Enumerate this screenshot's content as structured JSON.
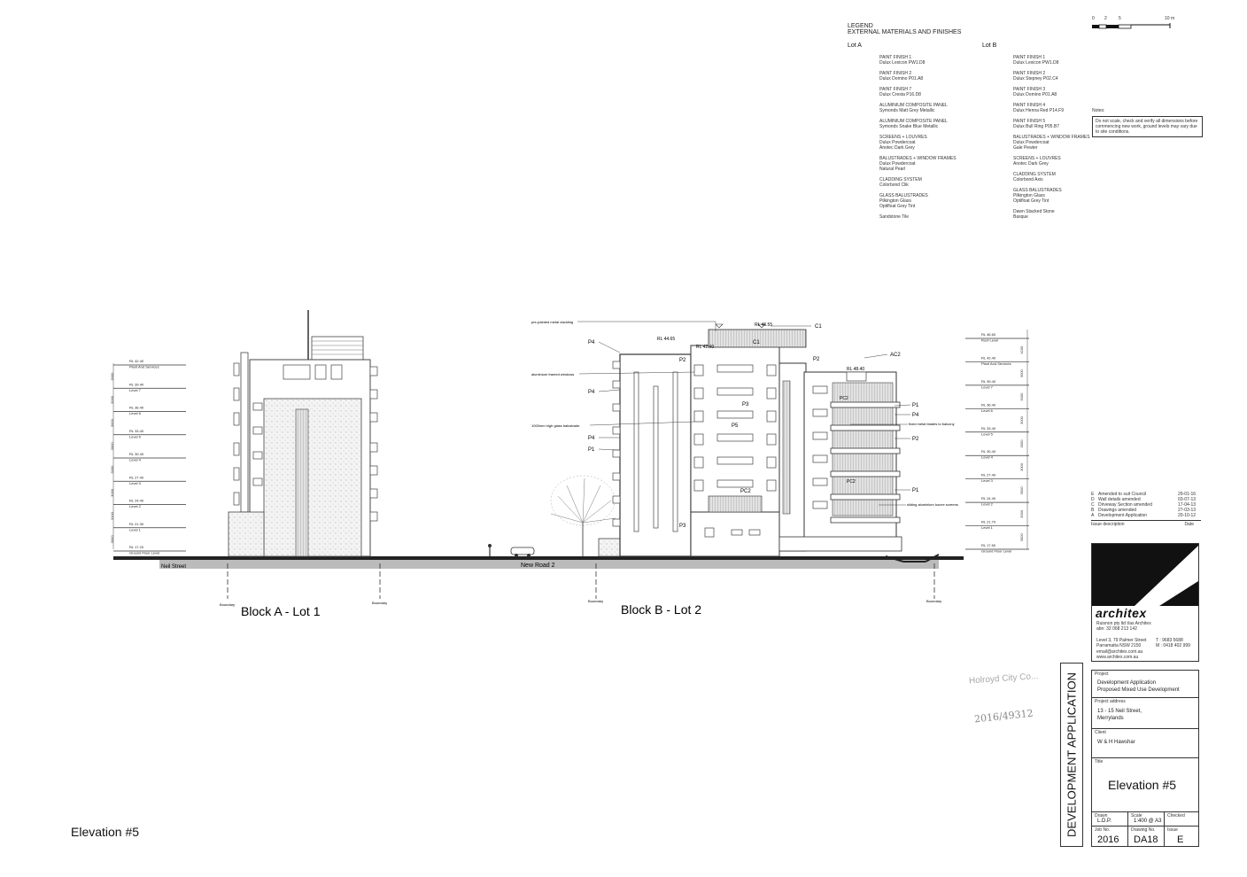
{
  "legend": {
    "title": "LEGEND",
    "subtitle": "EXTERNAL MATERIALS AND FINISHES",
    "lot_a_label": "Lot A",
    "lot_b_label": "Lot B",
    "lot_a": [
      [
        "PAINT FINISH 1",
        "Dulux Lexicon PW1.D8"
      ],
      [
        "PAINT FINISH 2",
        "Dulux Domino P01.A8"
      ],
      [
        "PAINT FINISH 7",
        "Dulux Cresta P16.D8"
      ],
      [
        "ALUMINIUM COMPOSITE PANEL",
        "Symonds Matt Grey Metallic"
      ],
      [
        "ALUMINIUM COMPOSITE PANEL",
        "Symonds Snake Blue Metallic"
      ],
      [
        "SCREENS + LOUVRES",
        "Dulux Powdercoat",
        "Anotec Dark Grey"
      ],
      [
        "BALUSTRADES + WINDOW FRAMES",
        "Dulux Powdercoat",
        "Natural Pearl"
      ],
      [
        "CLADDING SYSTEM",
        "Colorbond Clik"
      ],
      [
        "GLASS BALUSTRADES",
        "Pilkington Glass",
        "Optifloat Grey Tint"
      ],
      [
        "Sandstone Tile"
      ]
    ],
    "lot_b": [
      [
        "PAINT FINISH 1",
        "Dulux Lexicon PW1.D8"
      ],
      [
        "PAINT FINISH 2",
        "Dulux Stepney P02.C4"
      ],
      [
        "PAINT FINISH 3",
        "Dulux Domino P01.A8"
      ],
      [
        "PAINT FINISH 4",
        "Dulux Henna Red P14.F9"
      ],
      [
        "PAINT FINISH 5",
        "Dulux Bull Ring P05.B7"
      ],
      [
        "BALUSTRADES + WINDOW FRAMES",
        "Dulux Powdercoat",
        "Gale Pewter"
      ],
      [
        "SCREENS + LOUVRES",
        "Anotec Dark Grey"
      ],
      [
        "CLADDING SYSTEM",
        "Colorbond Axis"
      ],
      [
        "GLASS BALUSTRADES",
        "Pilkington Glass",
        "Optifloat Grey Tint"
      ],
      [
        "Dawn Stacked Stone",
        "Basque"
      ]
    ]
  },
  "scale_bar": {
    "ticks": [
      "0",
      "2",
      "5",
      "10 m"
    ]
  },
  "notes": {
    "title": "Notes:",
    "text": "Do not scale, check and verify all dimensions before commencing new work, ground levels may vary due to site conditions."
  },
  "levels_left": [
    {
      "rl": "RL 42.40",
      "name": "Plant And Services"
    },
    {
      "rl": "RL 39.40",
      "name": "Level 7"
    },
    {
      "rl": "RL 36.40",
      "name": "Level 6"
    },
    {
      "rl": "RL 33.40",
      "name": "Level 5"
    },
    {
      "rl": "RL 30.40",
      "name": "Level 4"
    },
    {
      "rl": "RL 27.40",
      "name": "Level 3"
    },
    {
      "rl": "RL 24.40",
      "name": "Level 2"
    },
    {
      "rl": "RL 21.30",
      "name": "Level 1"
    },
    {
      "rl": "RL 17.20",
      "name": "Ground Floor Level"
    }
  ],
  "levels_left_dims": [
    "3000",
    "3000",
    "3000",
    "3000",
    "3000",
    "3000",
    "3100",
    "3000"
  ],
  "levels_right": [
    {
      "rl": "RL 46.60",
      "name": "Roof Level"
    },
    {
      "rl": "RL 42.40",
      "name": "Plant And Services"
    },
    {
      "rl": "RL 39.40",
      "name": "Level 7"
    },
    {
      "rl": "RL 36.40",
      "name": "Level 6"
    },
    {
      "rl": "RL 33.40",
      "name": "Level 5"
    },
    {
      "rl": "RL 30.40",
      "name": "Level 4"
    },
    {
      "rl": "RL 27.40",
      "name": "Level 3"
    },
    {
      "rl": "RL 24.40",
      "name": "Level 2"
    },
    {
      "rl": "RL 21.70",
      "name": "Level 1"
    },
    {
      "rl": "RL 17.50",
      "name": "Ground Floor Level"
    }
  ],
  "levels_right_dims": [
    "4200",
    "3000",
    "3000",
    "3000",
    "3000",
    "3000",
    "3000",
    "3000",
    "3000"
  ],
  "drawing": {
    "block_a_title": "Block A - Lot 1",
    "block_b_title": "Block B - Lot 2",
    "neil_street": "Neil Street",
    "new_road": "New Road 2",
    "boundary": "Boundary",
    "rl_46_55": "RL 46.55",
    "rl_44_65": "RL 44.65",
    "rl_42_40": "RL 42.40",
    "rl_48_40": "RL 48.40",
    "c1": "C1",
    "p1": "P1",
    "p2": "P2",
    "p3": "P3",
    "p4": "P4",
    "p5": "P5",
    "pc2": "PC2",
    "ac2": "AC2",
    "callouts": {
      "pre_painted": "pre-painted metal cladding",
      "aluminium_frames": "aluminium framed windows",
      "glass_balustrade": "1000mm high glass balustrade",
      "metal_blades": "fixed metal blades to balcony",
      "sliding_screens": "sliding aluminium louvre screens"
    }
  },
  "revisions": {
    "rows": [
      [
        "E",
        "Amended to suit Council",
        "29-01-16"
      ],
      [
        "D",
        "Wall details amended",
        "03-07-13"
      ],
      [
        "C",
        "Driveway Section amended",
        "17-04-13"
      ],
      [
        "B",
        "Drawings amended",
        "27-03-13"
      ],
      [
        "A",
        "Development Application",
        "20-10-12"
      ]
    ],
    "col_issue": "Issue description",
    "col_date": "Date"
  },
  "company": {
    "name": "architex",
    "line1": "Ruisnon pty ltd t/as Architex",
    "line2": "abn: 32 068 213 142",
    "address1": "Level 3, 79 Palmer Street",
    "address2": "Parramatta NSW 2150",
    "phone": "T : 9683 5688",
    "mobile": "M : 0418 402 999",
    "email": "email@architex.com.au",
    "web": "www.architex.com.au"
  },
  "vertical_label": "DEVELOPMENT APPLICATION",
  "council_stamp": "Holroyd City Co...",
  "stamp_number": "2016/49312",
  "title_block": {
    "project_label": "Project",
    "project": [
      "Development Application",
      "Proposed Mixed Use Development"
    ],
    "address_label": "Project address",
    "address": [
      "13 - 15 Neil Street,",
      "Merrylands"
    ],
    "client_label": "Client",
    "client": "W & H Hawshar",
    "title_label": "Title",
    "title": "Elevation #5",
    "drawn_label": "Drawn",
    "drawn": "L.D.P.",
    "scale_label": "Scale",
    "scale": "1:400 @ A3",
    "checked_label": "Checked",
    "job_label": "Job No.",
    "job": "2016",
    "drawing_label": "Drawing No.",
    "drawing": "DA18",
    "issue_label": "Issue",
    "issue": "E"
  },
  "page_caption": "Elevation #5"
}
